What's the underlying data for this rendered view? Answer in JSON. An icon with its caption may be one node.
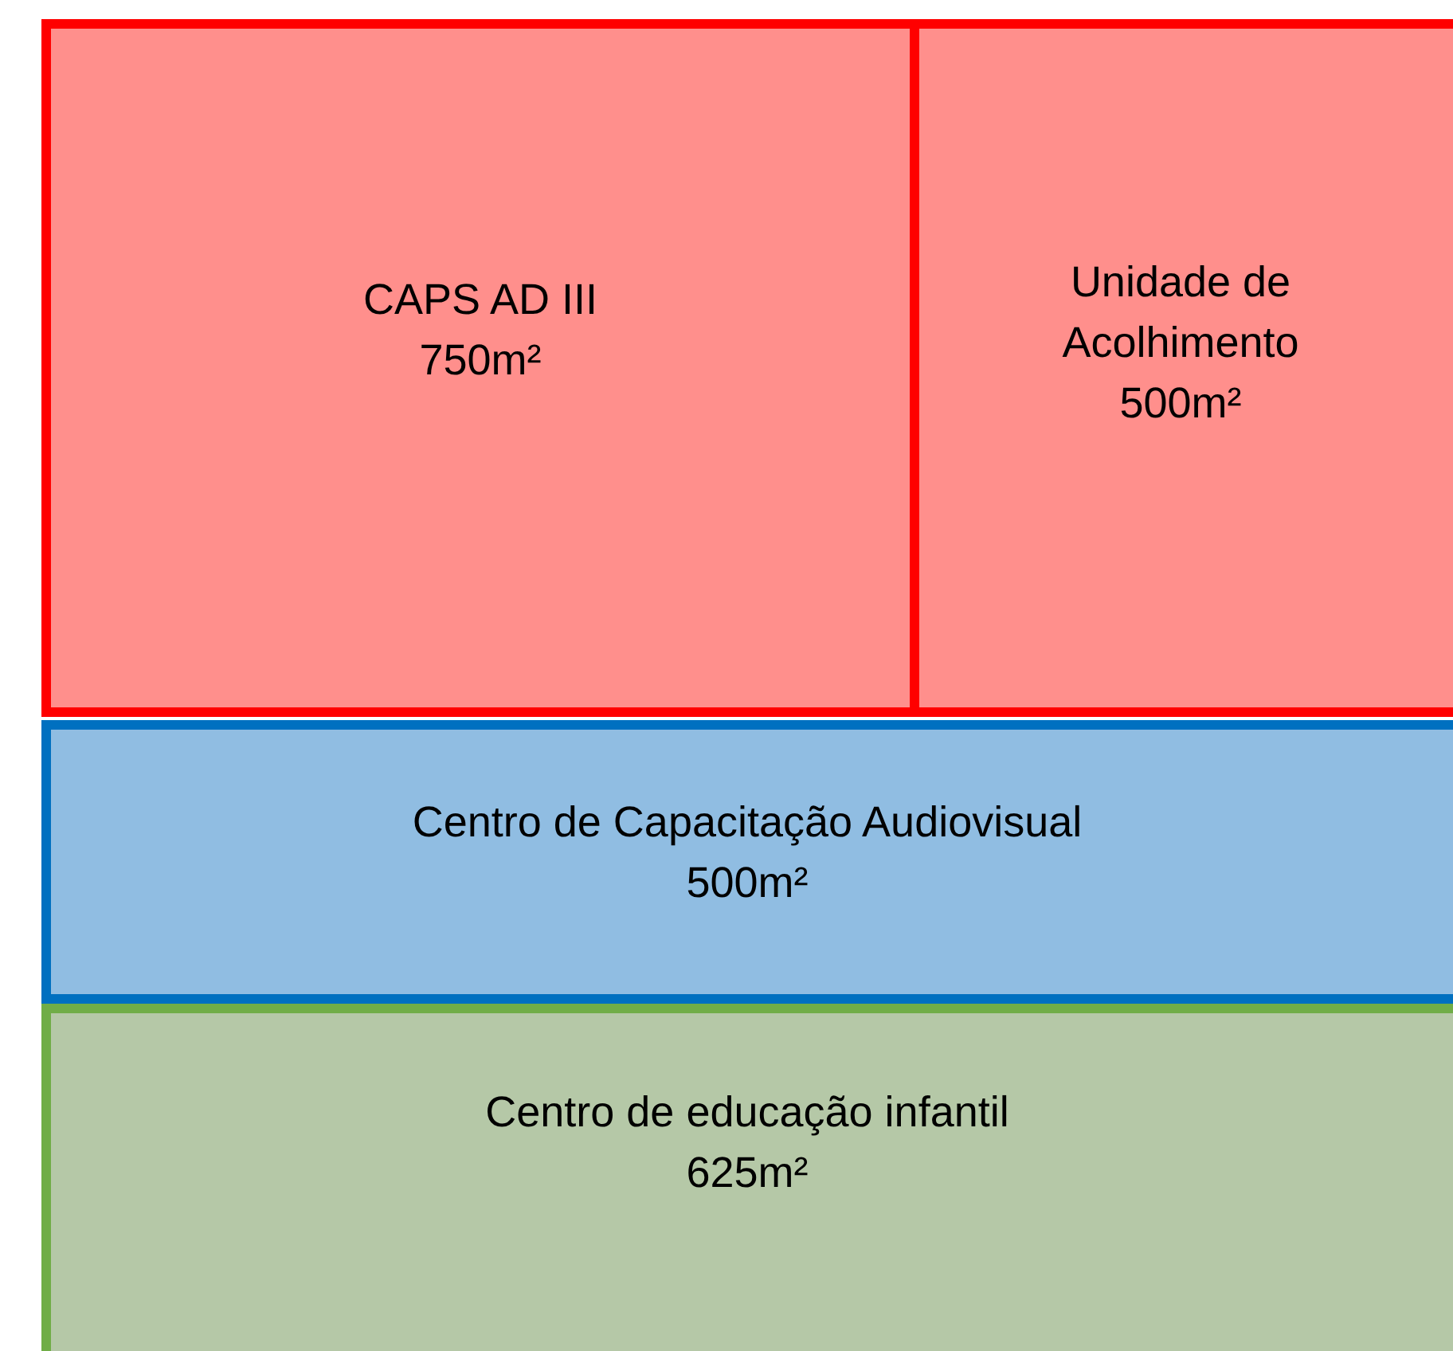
{
  "diagram": {
    "nodes": [
      {
        "text": [
          "CAPS AD III",
          "750m²"
        ]
      },
      {
        "text": [
          "Unidade de Acolhimento",
          "500m²"
        ]
      },
      {
        "text": [
          "Centro de Capacitação Audiovisual",
          "500m²"
        ]
      },
      {
        "text": [
          "Centro de educação infantil",
          "625m²"
        ]
      }
    ]
  }
}
